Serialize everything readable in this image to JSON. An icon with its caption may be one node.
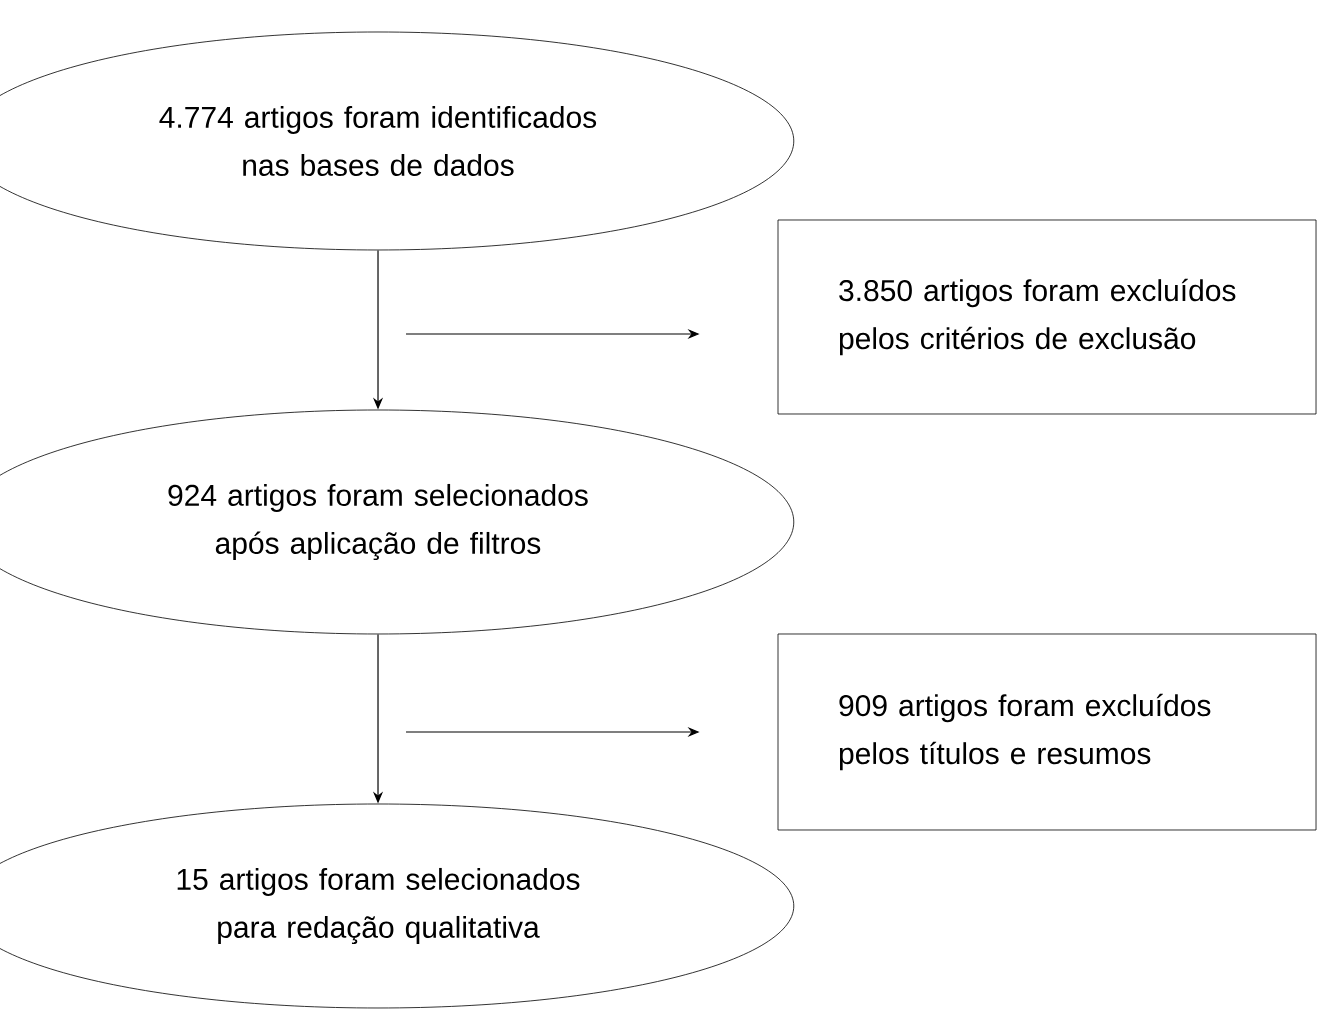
{
  "diagram": {
    "nodes": [
      {
        "text": [
          "4.774 artigos foram identificados nas bases de dados"
        ]
      },
      {
        "text": [
          "3.850 artigos foram excluídos pelos critérios de exclusão"
        ]
      },
      {
        "text": [
          "924 artigos foram selecionados após aplicação de filtros"
        ]
      },
      {
        "text": [
          "909 artigos foram excluídos pelos títulos e resumos"
        ]
      },
      {
        "text": [
          "15 artigos foram selecionados para redação qualitativa"
        ]
      }
    ],
    "edges": [
      {
        "from": 0,
        "to": 2,
        "arrow": "to"
      },
      {
        "from": null,
        "to": 1,
        "arrow": "to"
      },
      {
        "from": 2,
        "to": 4,
        "arrow": "to"
      },
      {
        "from": null,
        "to": 3,
        "arrow": "to"
      }
    ]
  }
}
